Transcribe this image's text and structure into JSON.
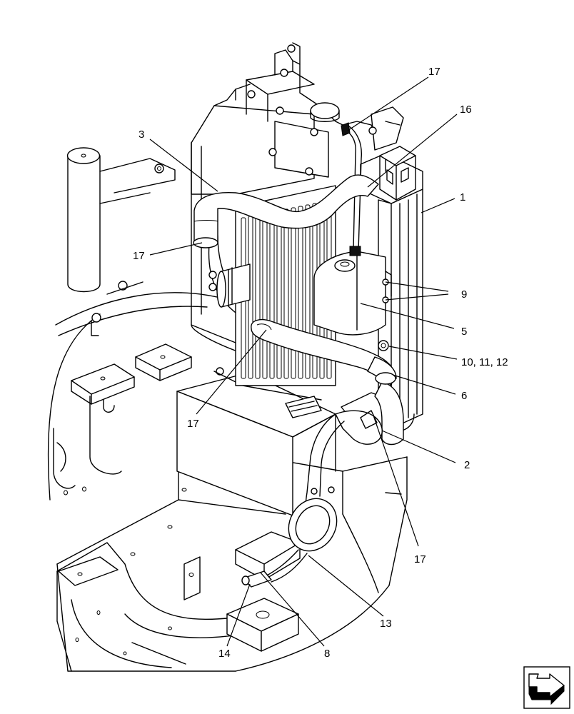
{
  "callouts": [
    {
      "id": "c1",
      "text": "1"
    },
    {
      "id": "c2",
      "text": "2"
    },
    {
      "id": "c3",
      "text": "3"
    },
    {
      "id": "c5",
      "text": "5"
    },
    {
      "id": "c6",
      "text": "6"
    },
    {
      "id": "c8",
      "text": "8"
    },
    {
      "id": "c9",
      "text": "9"
    },
    {
      "id": "c10",
      "text": "10, 11, 12"
    },
    {
      "id": "c13",
      "text": "13"
    },
    {
      "id": "c14",
      "text": "14"
    },
    {
      "id": "c16",
      "text": "16"
    },
    {
      "id": "c17a",
      "text": "17"
    },
    {
      "id": "c17b",
      "text": "17"
    },
    {
      "id": "c17c",
      "text": "17"
    },
    {
      "id": "c17d",
      "text": "17"
    }
  ],
  "icons": {
    "nav_icon": "next-page-arrow-icon"
  }
}
